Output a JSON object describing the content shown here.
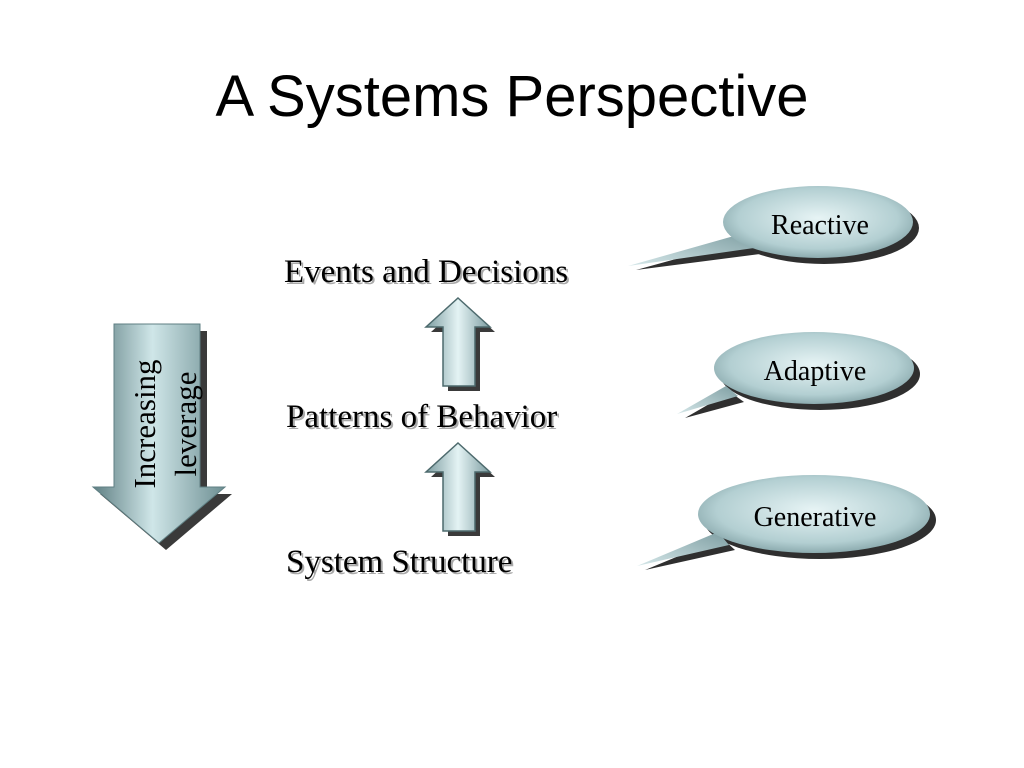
{
  "slide": {
    "title": "A Systems Perspective"
  },
  "levels": {
    "events": "Events and Decisions",
    "patterns": "Patterns of Behavior",
    "structure": "System Structure"
  },
  "bubbles": {
    "reactive": "Reactive",
    "adaptive": "Adaptive",
    "generative": "Generative"
  },
  "leverage_arrow": {
    "line1": "Increasing",
    "line2": "leverage"
  },
  "colors": {
    "arrow_fill": "#8fb1b5",
    "bubble_fill": "#bcd6d9",
    "shadow": "#3b3b3b"
  }
}
